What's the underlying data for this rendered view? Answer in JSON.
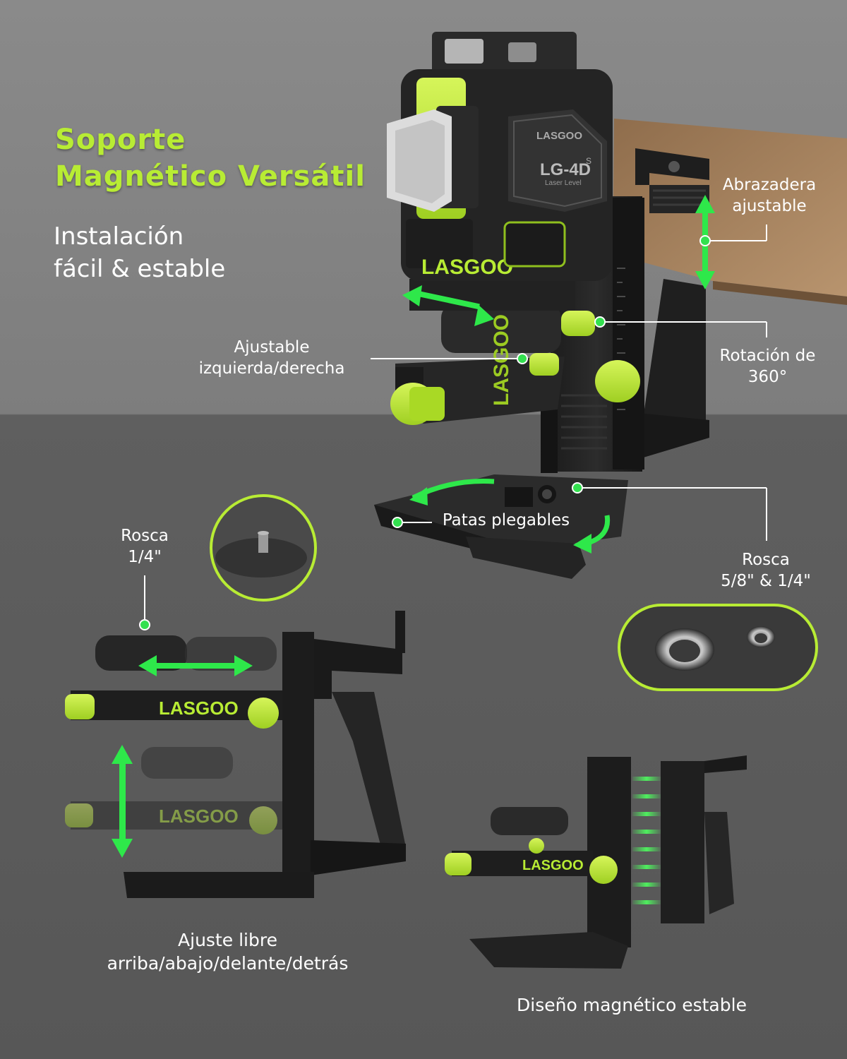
{
  "headline": {
    "line1": "Soporte",
    "line2": "Magnético Versátil"
  },
  "subheadline": {
    "line1": "Instalación",
    "line2": "fácil & estable"
  },
  "brand": {
    "logo_text": "LASGOO",
    "model": "LG-4D",
    "model_suffix": "S",
    "model_caption": "Laser Level"
  },
  "callouts": {
    "clamp": {
      "line1": "Abrazadera",
      "line2": "ajustable"
    },
    "left_right": {
      "line1": "Ajustable",
      "line2": "izquierda/derecha"
    },
    "rotation": {
      "line1": "Rotación de",
      "line2": "360°"
    },
    "folding_legs": "Patas plegables",
    "thread_big": {
      "line1": "Rosca",
      "line2": "5/8\" & 1/4\""
    },
    "thread_small": {
      "line1": "Rosca",
      "line2": "1/4\""
    },
    "free_adjust": {
      "line1": "Ajuste libre",
      "line2": "arriba/abajo/delante/detrás"
    },
    "magnetic": "Diseño magnético estable"
  },
  "colors": {
    "accent": "#b8ec34",
    "arrow": "#2ee84a",
    "dot": "#33e04f",
    "body": "#232323"
  }
}
